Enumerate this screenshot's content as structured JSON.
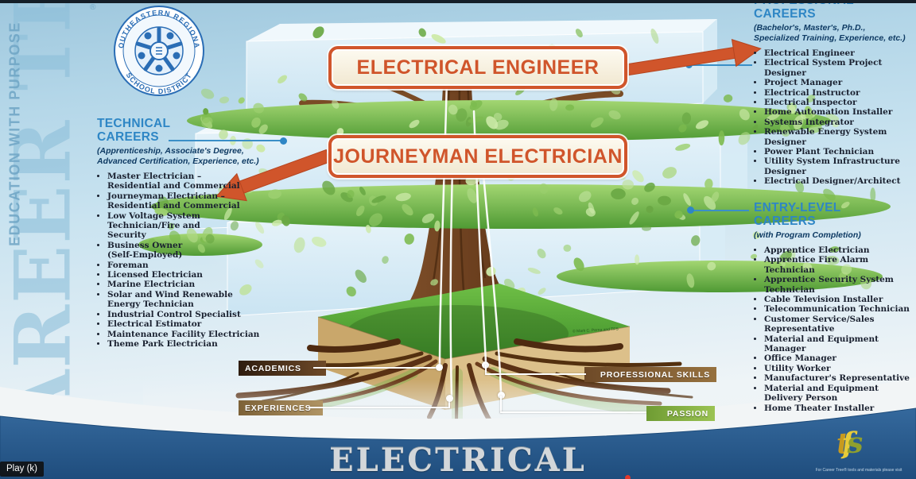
{
  "watermark": {
    "title": "CAREER TREE",
    "subtitle": "EDUCATION WITH PURPOSE",
    "registered": "®"
  },
  "logo": {
    "arc_top": "SOUTHEASTERN REGIONAL",
    "arc_bottom": "SCHOOL DISTRICT"
  },
  "banners": {
    "top": "ELECTRICAL ENGINEER",
    "middle": "JOURNEYMAN ELECTRICIAN"
  },
  "columns": {
    "technical": {
      "title": "TECHNICAL CAREERS",
      "subtitle": "(Apprenticeship, Associate's Degree,\nAdvanced Certification, Experience, etc.)",
      "items": [
        "Master Electrician –\nResidential and Commercial",
        "Journeyman Electrician –\nResidential and Commercial",
        "Low Voltage System\nTechnician/Fire and\nSecurity",
        "Business Owner\n(Self-Employed)",
        "Foreman",
        "Licensed Electrician",
        "Marine Electrician",
        "Solar and Wind Renewable\nEnergy Technician",
        "Industrial Control Specialist",
        "Electrical Estimator",
        "Maintenance Facility Electrician",
        "Theme Park Electrician"
      ]
    },
    "professional": {
      "title": "PROFESSIONAL CAREERS",
      "subtitle": "(Bachelor's, Master's, Ph.D.,\nSpecialized Training, Experience, etc.)",
      "items": [
        "Electrical Engineer",
        "Electrical System Project\nDesigner",
        "Project Manager",
        "Electrical Instructor",
        "Electrical Inspector",
        "Home Automation Installer",
        "Systems Integrator",
        "Renewable Energy System\nDesigner",
        "Power Plant Technician",
        "Utility System Infrastructure\nDesigner",
        "Electrical Designer/Architect"
      ]
    },
    "entry_level": {
      "title": "ENTRY-LEVEL CAREERS",
      "subtitle": "(with Program Completion)",
      "items": [
        "Apprentice Electrician",
        "Apprentice Fire Alarm\nTechnician",
        "Apprentice Security System\nTechnician",
        "Cable Television Installer",
        "Telecommunication Technician",
        "Customer Service/Sales\nRepresentative",
        "Material and Equipment\nManager",
        "Office Manager",
        "Utility Worker",
        "Manufacturer's Representative",
        "Material and Equipment\nDelivery Person",
        "Home Theater Installer"
      ]
    }
  },
  "root_labels": {
    "academics": "ACADEMICS",
    "professional_skills": "PROFESSIONAL SKILLS",
    "experiences": "EXPERIENCES",
    "passion": "PASSION"
  },
  "footer": {
    "program_title": "ELECTRICAL",
    "credit": "For Career Tree® tools and materials please visit",
    "logo_letters": [
      "t",
      "f",
      "s"
    ],
    "grass_credit": "© Mark C. Perna and TFS"
  },
  "player": {
    "tooltip": "Play (k)"
  },
  "colors": {
    "accent_orange": "#d0552b",
    "header_blue": "#2e86c5",
    "ribbon_blue": "#2a5f94",
    "list_text": "#1a2130",
    "band_green": "#6fae46"
  }
}
